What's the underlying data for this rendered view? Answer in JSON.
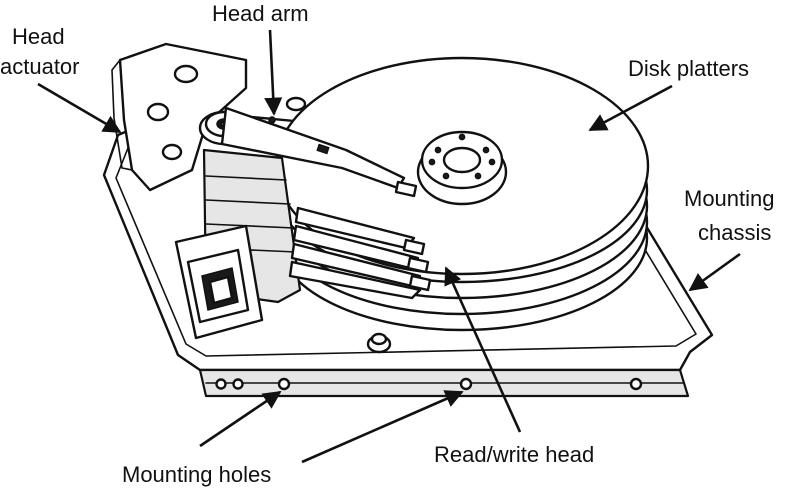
{
  "labels": {
    "head_actuator_line1": "Head",
    "head_actuator_line2": "actuator",
    "head_arm": "Head arm",
    "disk_platters": "Disk platters",
    "mounting_chassis_line1": "Mounting",
    "mounting_chassis_line2": "chassis",
    "read_write_head": "Read/write head",
    "mounting_holes": "Mounting holes"
  }
}
